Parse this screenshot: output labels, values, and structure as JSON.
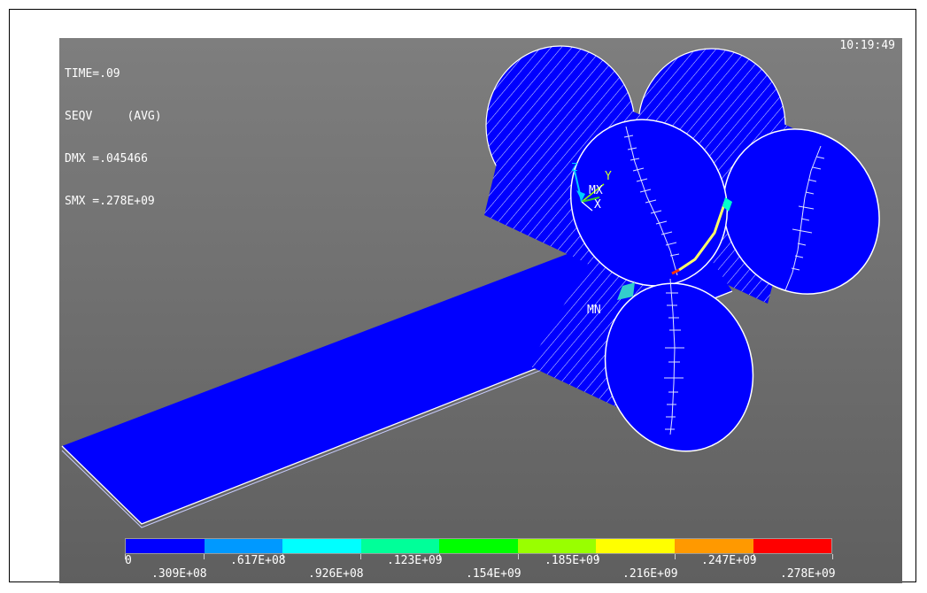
{
  "viewport": {
    "background_top": "#7e7e7e",
    "background_bottom": "#5f5f5f"
  },
  "info": {
    "time": "TIME=.09",
    "result": "SEQV     (AVG)",
    "dmx": "DMX =.045466",
    "smx": "SMX =.278E+09",
    "clock": "10:19:49"
  },
  "scene": {
    "triad_labels": {
      "z": "Z",
      "y": "Y",
      "x": "X",
      "mx": "MX"
    },
    "min_marker": "MN",
    "model_color": "#0000ff"
  },
  "legend": {
    "colors": [
      "#0000ff",
      "#0099ff",
      "#00ffff",
      "#00ff99",
      "#00ff00",
      "#99ff00",
      "#ffff00",
      "#ff9900",
      "#ff0000"
    ],
    "labels_top": [
      "0",
      ".617E+08",
      ".123E+09",
      ".185E+09",
      ".247E+09"
    ],
    "labels_bottom": [
      ".309E+08",
      ".926E+08",
      ".154E+09",
      ".216E+09",
      ".278E+09"
    ]
  }
}
